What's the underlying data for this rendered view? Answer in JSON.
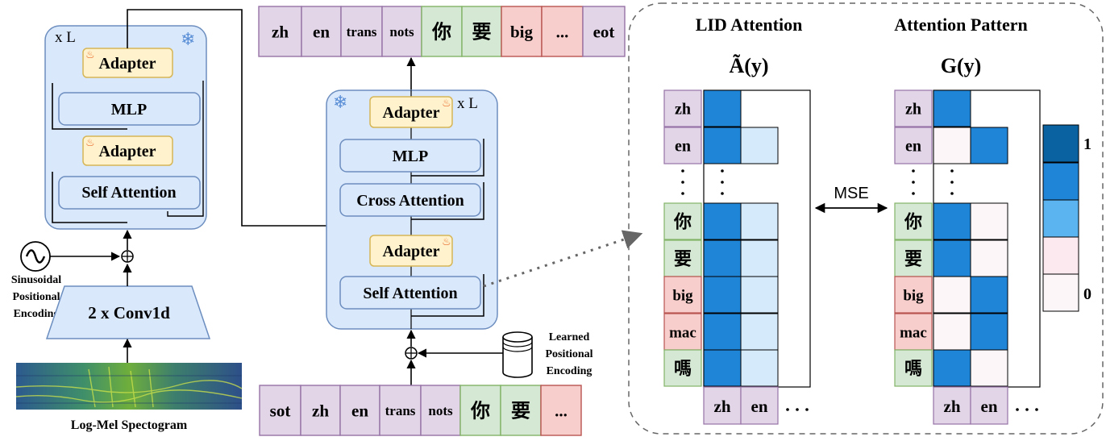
{
  "encoder": {
    "repeat_label": "x L",
    "adapter_label": "Adapter",
    "mlp_label": "MLP",
    "self_attention_label": "Self Attention",
    "conv_label": "2 x Conv1d",
    "sinusoidal_label": [
      "Sinusoidal",
      "Positional",
      "Encoding"
    ],
    "spectrogram_label": "Log-Mel Spectogram"
  },
  "decoder": {
    "repeat_label": "x L",
    "adapter_label": "Adapter",
    "mlp_label": "MLP",
    "cross_attention_label": "Cross Attention",
    "self_attention_label": "Self Attention",
    "learned_label": [
      "Learned",
      "Positional",
      "Encoding"
    ],
    "output_tokens": [
      "zh",
      "en",
      "trans",
      "nots",
      "你",
      "要",
      "big",
      "...",
      "eot"
    ],
    "input_tokens": [
      "sot",
      "zh",
      "en",
      "trans",
      "nots",
      "你",
      "要",
      "..."
    ]
  },
  "attention_panel": {
    "lid_title": "LID Attention",
    "lid_symbol": "Ã(y)",
    "pattern_title": "Attention Pattern",
    "pattern_symbol": "G(y)",
    "row_tokens": [
      "zh",
      "en",
      "你",
      "要",
      "big",
      "mac",
      "嗎"
    ],
    "col_tokens": [
      "zh",
      "en"
    ],
    "mse_label": "MSE",
    "colorbar_max": "1",
    "colorbar_min": "0",
    "lid_matrix": [
      [
        1,
        null
      ],
      [
        1,
        0.3
      ],
      [
        1,
        0.3
      ],
      [
        1,
        0.3
      ],
      [
        1,
        0.3
      ],
      [
        1,
        0.3
      ],
      [
        1,
        0.3
      ]
    ],
    "pattern_matrix": [
      [
        1,
        null
      ],
      [
        0,
        1
      ],
      [
        1,
        0
      ],
      [
        1,
        0
      ],
      [
        0,
        1
      ],
      [
        0,
        1
      ],
      [
        1,
        0
      ]
    ],
    "colorbar_colors": [
      "#0a62a0",
      "#1f85d6",
      "#5bb3f0",
      "#fce8ef",
      "#fdf6f9"
    ]
  }
}
